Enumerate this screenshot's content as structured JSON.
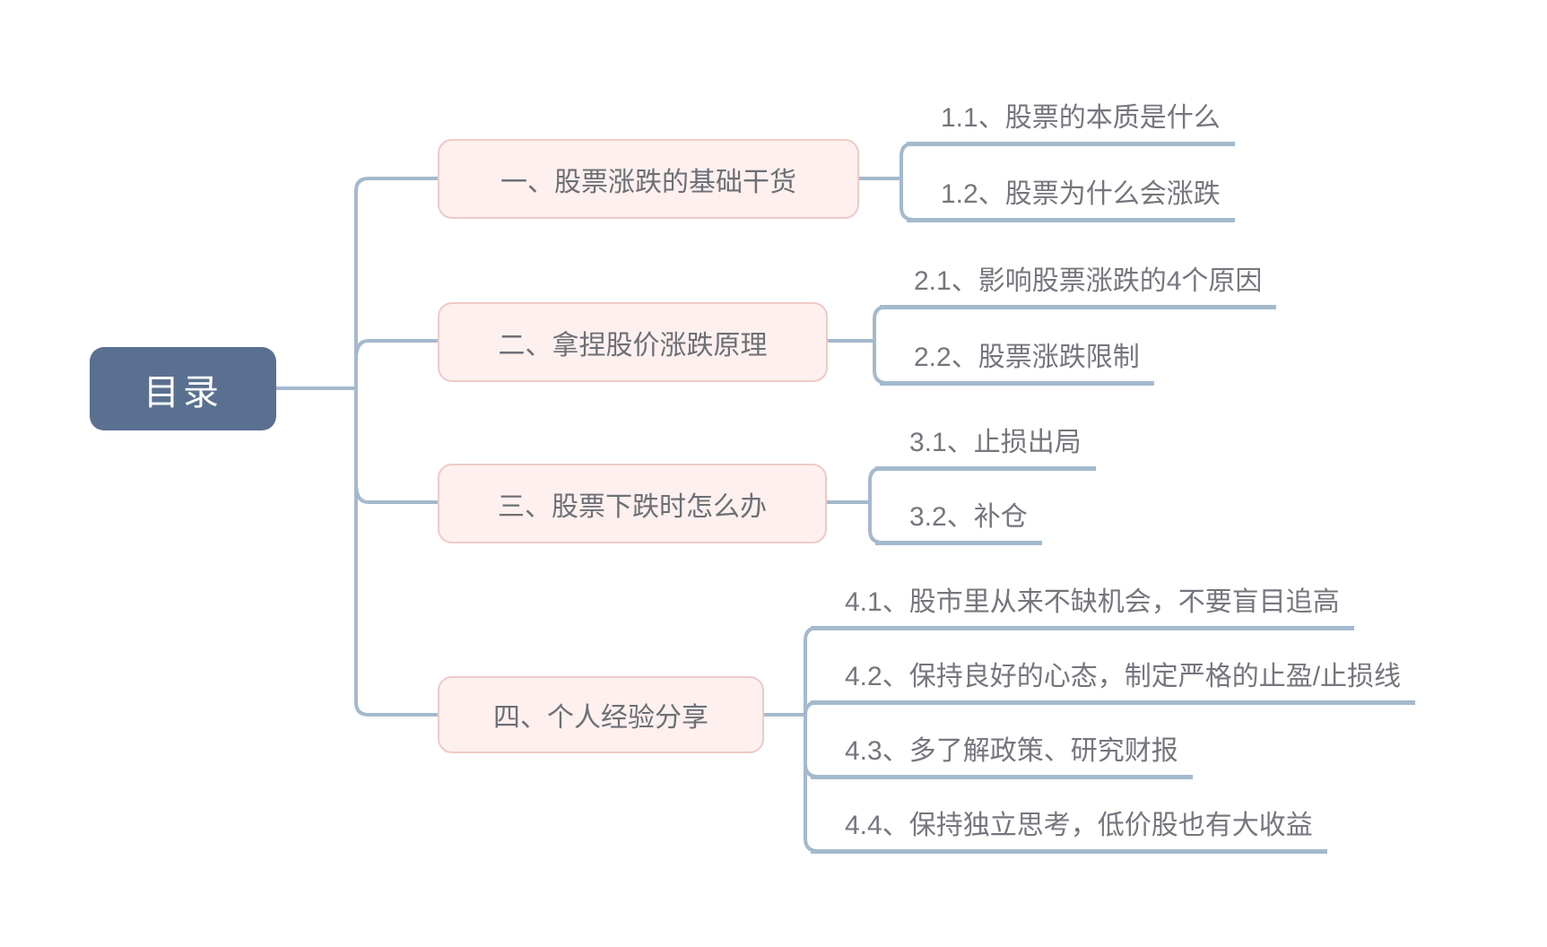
{
  "title": "股票知识思维导图目录",
  "root": {
    "label": "目录"
  },
  "branches": [
    {
      "label": "一、股票涨跌的基础干货",
      "children": [
        "1.1、股票的本质是什么",
        "1.2、股票为什么会涨跌"
      ]
    },
    {
      "label": "二、拿捏股价涨跌原理",
      "children": [
        "2.1、影响股票涨跌的4个原因",
        "2.2、股票涨跌限制"
      ]
    },
    {
      "label": "三、股票下跌时怎么办",
      "children": [
        "3.1、止损出局",
        "3.2、补仓"
      ]
    },
    {
      "label": "四、个人经验分享",
      "children": [
        "4.1、股市里从来不缺机会，不要盲目追高",
        "4.2、保持良好的心态，制定严格的止盈/止损线",
        "4.3、多了解政策、研究财报",
        "4.4、保持独立思考，低价股也有大收益"
      ]
    }
  ],
  "colors": {
    "connector": "#a4b9cd",
    "root_fill": "#5a7090",
    "root_text": "#ffffff",
    "branch_fill": "#fdf0ee",
    "branch_border": "#eecac8",
    "branch_text": "#6d6f76",
    "child_text": "#75767d",
    "background": "#ffffff"
  }
}
